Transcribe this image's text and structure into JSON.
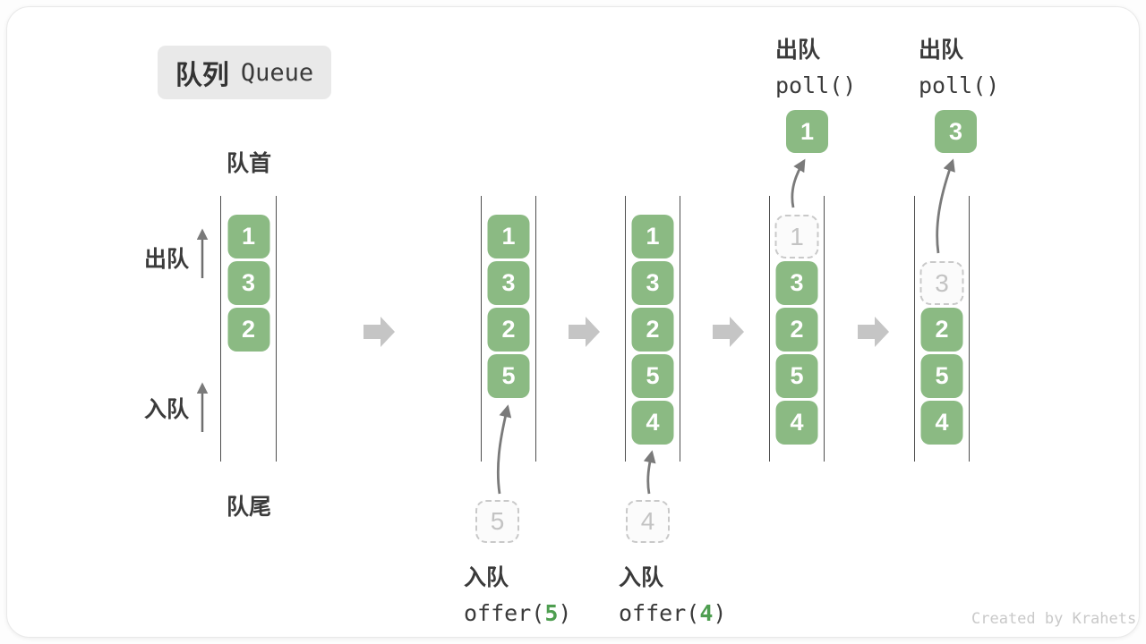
{
  "title": {
    "zh": "队列",
    "en": "Queue"
  },
  "labels": {
    "front": "队首",
    "rear": "队尾",
    "dequeue": "出队",
    "enqueue": "入队"
  },
  "queues": [
    {
      "cells": [
        {
          "v": "1"
        },
        {
          "v": "3"
        },
        {
          "v": "2"
        }
      ]
    },
    {
      "cells": [
        {
          "v": "1"
        },
        {
          "v": "3"
        },
        {
          "v": "2"
        },
        {
          "v": "5"
        }
      ]
    },
    {
      "cells": [
        {
          "v": "1"
        },
        {
          "v": "3"
        },
        {
          "v": "2"
        },
        {
          "v": "5"
        },
        {
          "v": "4"
        }
      ]
    },
    {
      "cells": [
        {
          "v": "1",
          "removed": true
        },
        {
          "v": "3"
        },
        {
          "v": "2"
        },
        {
          "v": "5"
        },
        {
          "v": "4"
        }
      ]
    },
    {
      "cells": [
        {
          "v": "3",
          "removed": true
        },
        {
          "v": "2"
        },
        {
          "v": "5"
        },
        {
          "v": "4"
        }
      ]
    }
  ],
  "staging": {
    "enqueue5": "5",
    "enqueue4": "4"
  },
  "results": {
    "poll_first": "1",
    "poll_second": "3"
  },
  "ops": {
    "enqueue5": {
      "title": "入队",
      "fn": "offer(",
      "arg": "5",
      "close": ")"
    },
    "enqueue4": {
      "title": "入队",
      "fn": "offer(",
      "arg": "4",
      "close": ")"
    },
    "poll_first": {
      "title": "出队",
      "code": "poll()"
    },
    "poll_second": {
      "title": "出队",
      "code": "poll()"
    }
  },
  "colors": {
    "box_green": "#8bba83",
    "code_green": "#4e9e50",
    "rail_gray": "#4e4e4e",
    "step_arrow_gray": "#c5c5c5",
    "curve_arrow_gray": "#7a7a7a",
    "dashed_gray": "#c9c9c9",
    "text_dark": "#3a3a3a"
  },
  "watermark": "Created by Krahets"
}
